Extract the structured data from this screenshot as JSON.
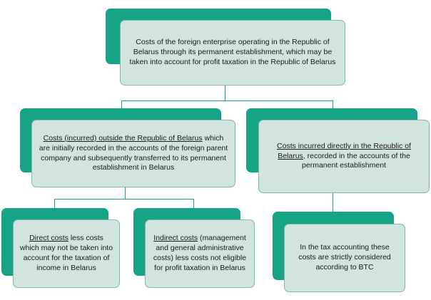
{
  "diagram": {
    "root": {
      "text": "Costs of the foreign enterprise operating in the Republic of Belarus through its permanent establishment, which may be taken into account for profit taxation in the Republic of Belarus"
    },
    "left": {
      "underlined": "Costs (incurred) outside the Republic of Belarus",
      "rest": " which are initially recorded in the accounts of the foreign parent company and subsequently transferred to its permanent establishment in Belarus"
    },
    "right": {
      "underlined": "Costs incurred directly in the Republic of Belarus",
      "rest": ", recorded in the accounts of the permanent establishment"
    },
    "left_child_1": {
      "underlined": "Direct costs",
      "rest": " less costs which may not be taken into account for the taxation of income in Belarus"
    },
    "left_child_2": {
      "underlined": "Indirect costs",
      "rest": " (management and general administrative costs) less costs not eligible for profit taxation in Belarus"
    },
    "right_child": {
      "text": "In the tax accounting these costs are strictly considered according to BTC"
    },
    "colors": {
      "back_box": "#16a386",
      "front_box": "#d2e4df",
      "connector": "#16a386"
    }
  }
}
